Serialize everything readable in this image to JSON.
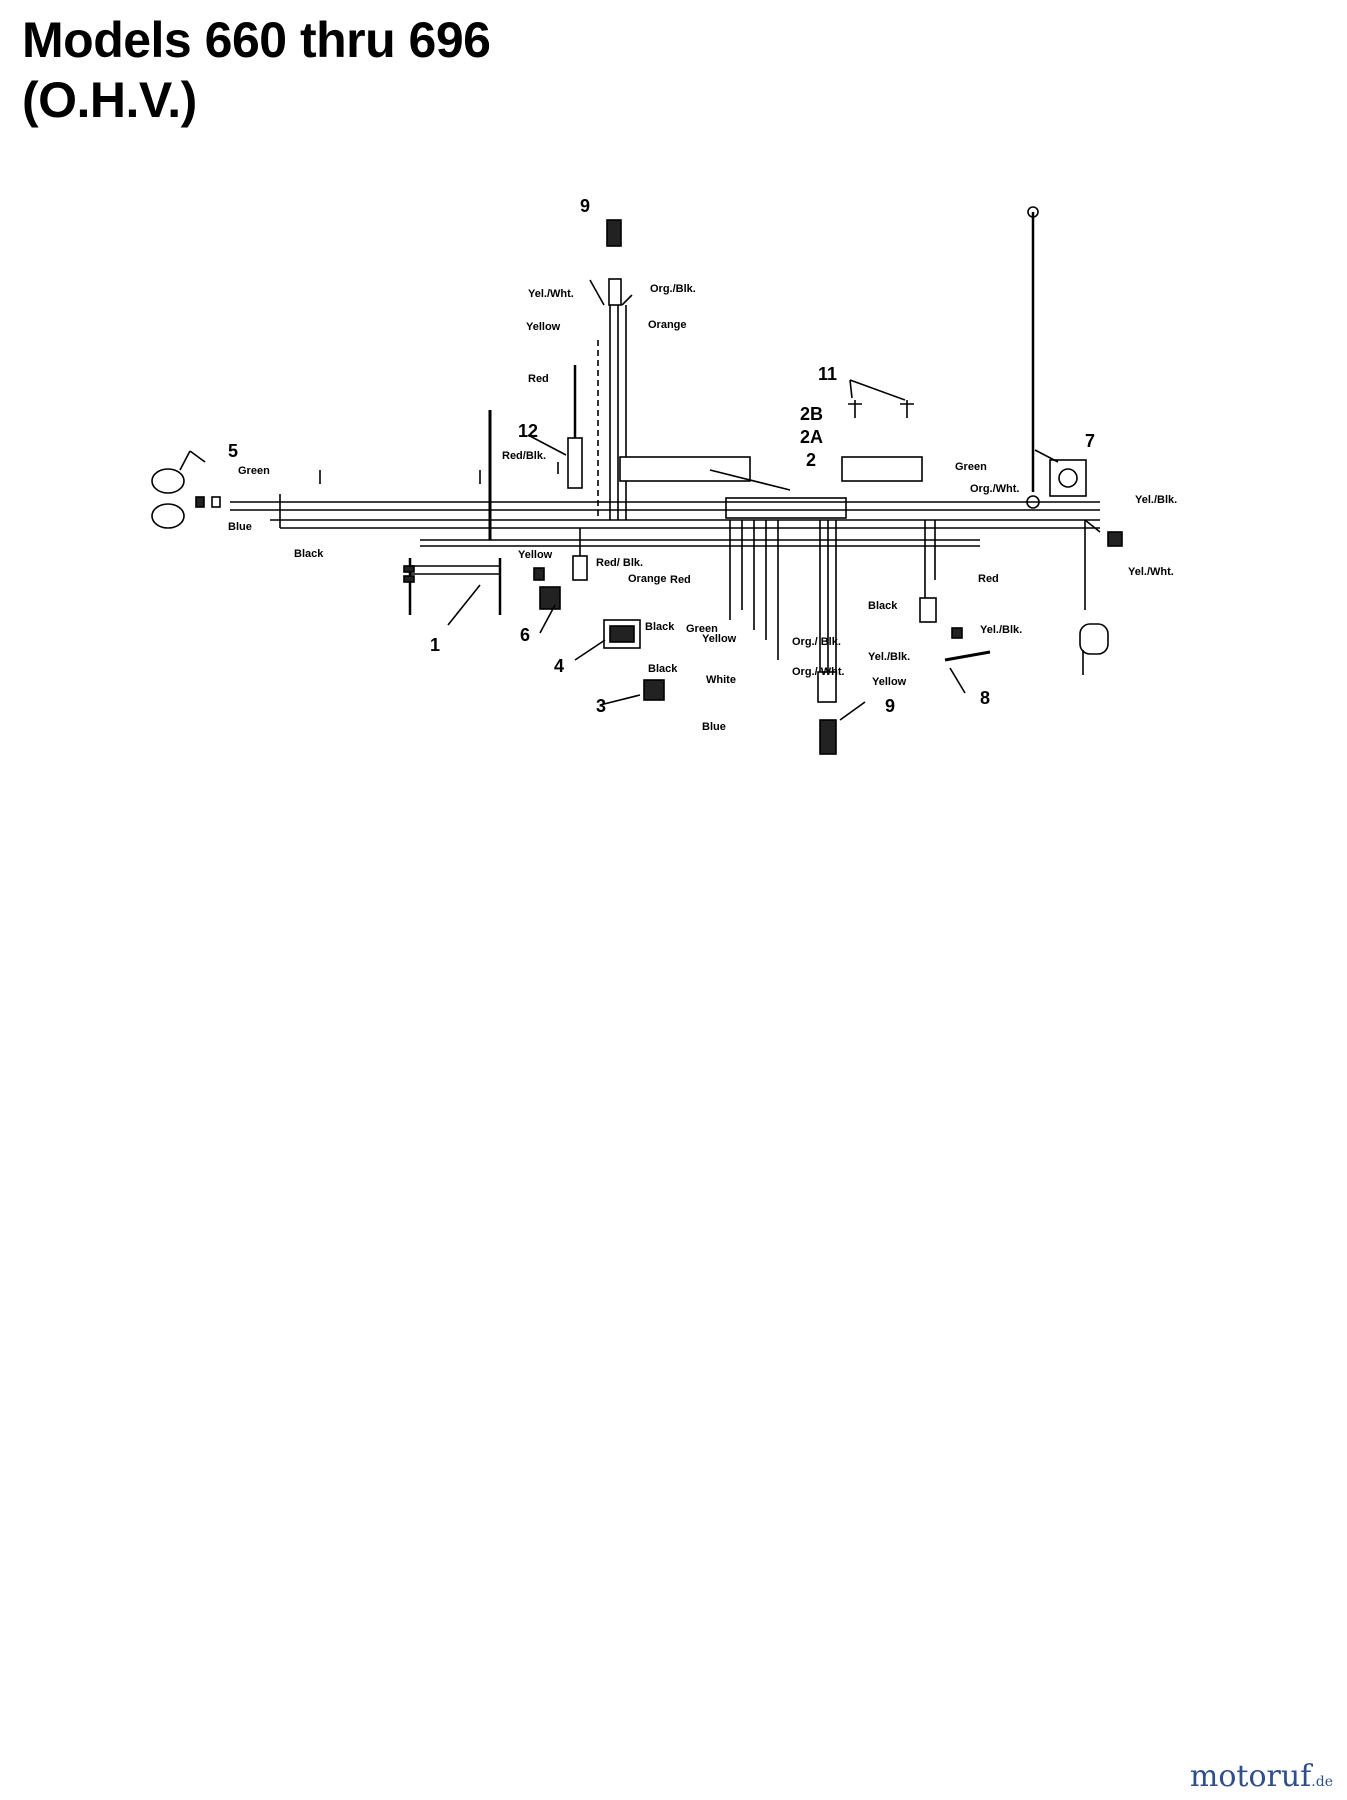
{
  "title": {
    "line1": "Models 660 thru 696",
    "line2": "(O.H.V.)"
  },
  "callouts": {
    "c9_top": "9",
    "c11": "11",
    "c2B": "2B",
    "c2A": "2A",
    "c2": "2",
    "c12": "12",
    "c5": "5",
    "c7": "7",
    "c1": "1",
    "c6": "6",
    "c4": "4",
    "c3": "3",
    "c9_bottom": "9",
    "c8": "8"
  },
  "wire_labels": {
    "yel_wht_top": "Yel./Wht.",
    "org_blk_top": "Org./Blk.",
    "yellow_top": "Yellow",
    "orange_top": "Orange",
    "red_top": "Red",
    "red_blk_top": "Red/Blk.",
    "green_left": "Green",
    "blue_left": "Blue",
    "black_left": "Black",
    "green_right": "Green",
    "org_wht_right": "Org./Wht.",
    "yel_blk_right": "Yel./Blk.",
    "yel_wht_right": "Yel./Wht.",
    "yellow_mid": "Yellow",
    "red_blk_mid": "Red/ Blk.",
    "orange_mid": "Orange",
    "red_mid": "Red",
    "black_mid": "Black",
    "green_mid": "Green",
    "yellow_mid2": "Yellow",
    "black_low": "Black",
    "white_low": "White",
    "blue_low": "Blue",
    "org_blk_low": "Org./ Blk.",
    "org_wht_low": "Org./ Wht.",
    "yel_blk_low": "Yel./Blk.",
    "yellow_low": "Yellow",
    "black_right": "Black",
    "red_right": "Red",
    "yel_blk_right2": "Yel./Blk."
  },
  "watermark": {
    "brand": "motoruf",
    "tld": ".de",
    "brand_color": "#2e4f8a"
  }
}
